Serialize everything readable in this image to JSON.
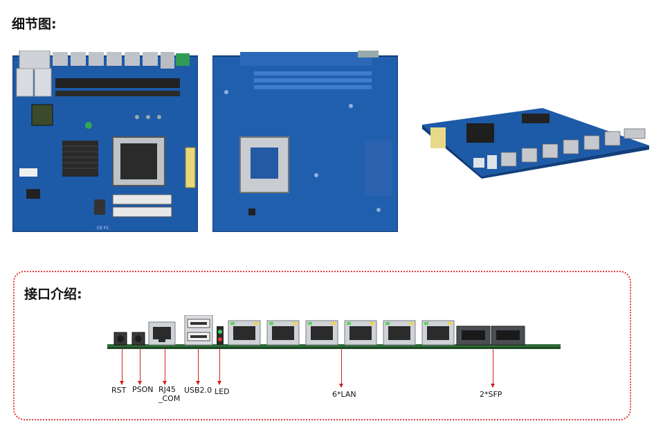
{
  "titles": {
    "detail": "细节图:",
    "ports": "接口介绍:"
  },
  "colors": {
    "pcb_blue": "#1d5aa8",
    "frame_red": "#e03a3a",
    "arrow_red": "#d42020"
  },
  "port_labels": {
    "rst": "RST",
    "pson": "PSON",
    "rj45_line1": "RJ45",
    "rj45_line2": "_COM",
    "usb": "USB2.0",
    "led": "LED",
    "lan": "6*LAN",
    "sfp": "2*SFP"
  },
  "board_markings": {
    "front_logo": "CE FC"
  }
}
